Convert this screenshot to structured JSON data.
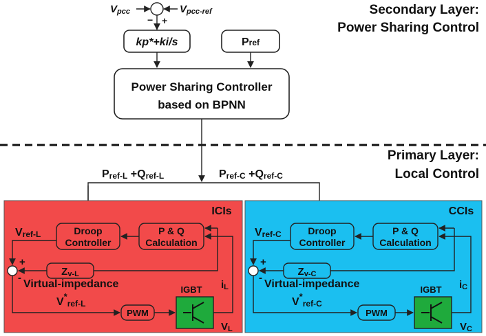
{
  "secondary_layer": {
    "title_line1": "Secondary Layer:",
    "title_line2": "Power Sharing Control",
    "vpcc": "V",
    "vpcc_sub": "pcc",
    "vpcc_ref": "V",
    "vpcc_ref_sub": "pcc-ref",
    "minus_sign": "−",
    "plus_sign": "+",
    "pi_controller": "kp*+ki/s",
    "pref": "P",
    "pref_sub": "ref",
    "controller_line1": "Power Sharing Controller",
    "controller_line2": "based on BPNN"
  },
  "primary_layer": {
    "title_line1": "Primary Layer:",
    "title_line2": "Local Control",
    "ref_left_p": "P",
    "ref_left_p_sub": "ref-L",
    "ref_left_q": " +Q",
    "ref_left_q_sub": "ref-L",
    "ref_right_p": "P",
    "ref_right_p_sub": "ref-C",
    "ref_right_q": " +Q",
    "ref_right_q_sub": "ref-C"
  },
  "ici_panel": {
    "title": "ICIs",
    "color": "#f24a4a",
    "vref": "V",
    "vref_sub": "ref-L",
    "droop_line1": "Droop",
    "droop_line2": "Controller",
    "pq_line1": "P & Q",
    "pq_line2": "Calculation",
    "zv": "Z",
    "zv_sub": "v-L",
    "virtual_impedance": "Virtual-impedance",
    "vstar": "V",
    "vstar_sup": "*",
    "vstar_sub": "ref-L",
    "pwm": "PWM",
    "igbt": "IGBT",
    "current": "i",
    "current_sub": "L",
    "voltage": "V",
    "voltage_sub": "L",
    "plus": "+",
    "minus": "-"
  },
  "cci_panel": {
    "title": "CCIs",
    "color": "#1bbff0",
    "vref": "V",
    "vref_sub": "ref-C",
    "droop_line1": "Droop",
    "droop_line2": "Controller",
    "pq_line1": "P & Q",
    "pq_line2": "Calculation",
    "zv": "Z",
    "zv_sub": "v-C",
    "virtual_impedance": "Virtual-impedance",
    "vstar": "V",
    "vstar_sup": "*",
    "vstar_sub": "ref-C",
    "pwm": "PWM",
    "igbt": "IGBT",
    "current": "i",
    "current_sub": "C",
    "voltage": "V",
    "voltage_sub": "C",
    "plus": "+",
    "minus": "-"
  },
  "colors": {
    "igbt_fill": "#1faa3c",
    "line": "#222222"
  }
}
